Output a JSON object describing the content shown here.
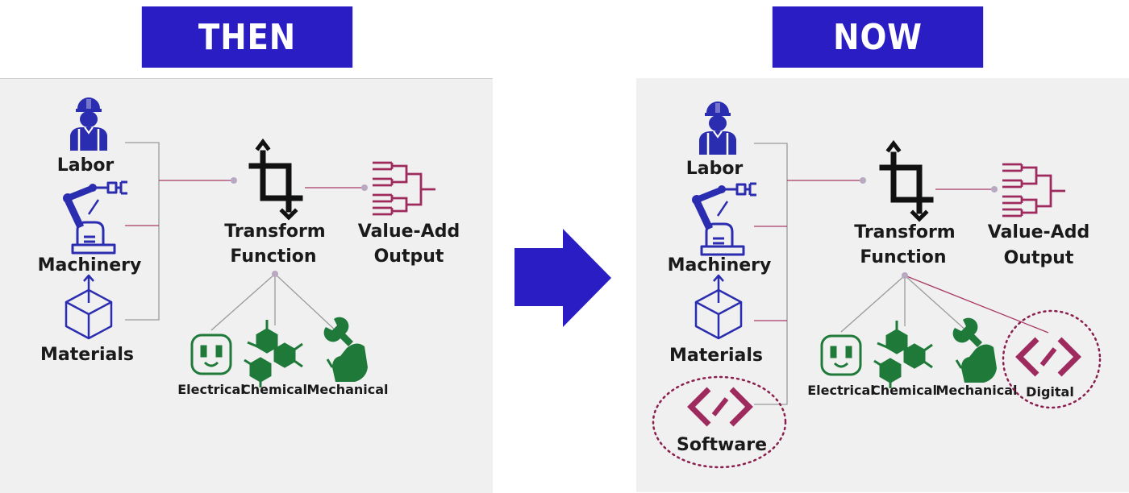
{
  "then": {
    "banner": "THEN",
    "inputs": {
      "labor": "Labor",
      "machinery": "Machinery",
      "materials": "Materials"
    },
    "transform": {
      "line1": "Transform",
      "line2": "Function"
    },
    "output": {
      "line1": "Value-Add",
      "line2": "Output"
    },
    "types": {
      "electrical": "Electrical",
      "chemical": "Chemical",
      "mechanical": "Mechanical"
    }
  },
  "now": {
    "banner": "NOW",
    "inputs": {
      "labor": "Labor",
      "machinery": "Machinery",
      "materials": "Materials",
      "software": "Software"
    },
    "transform": {
      "line1": "Transform",
      "line2": "Function"
    },
    "output": {
      "line1": "Value-Add",
      "line2": "Output"
    },
    "types": {
      "electrical": "Electrical",
      "chemical": "Chemical",
      "mechanical": "Mechanical",
      "digital": "Digital"
    }
  },
  "colors": {
    "banner": "#2a1dc4",
    "arrow": "#2a1dc4",
    "icon_blue": "#2b2db0",
    "icon_green": "#1f7a3a",
    "icon_maroon": "#9e2a5e",
    "connector": "#a83a66",
    "panel": "#f0f0f0"
  },
  "icons": [
    "worker-icon",
    "robot-arm-icon",
    "box-icon",
    "crop-icon",
    "bracket-icon",
    "outlet-icon",
    "molecule-icon",
    "wrench-hand-icon",
    "code-icon"
  ]
}
